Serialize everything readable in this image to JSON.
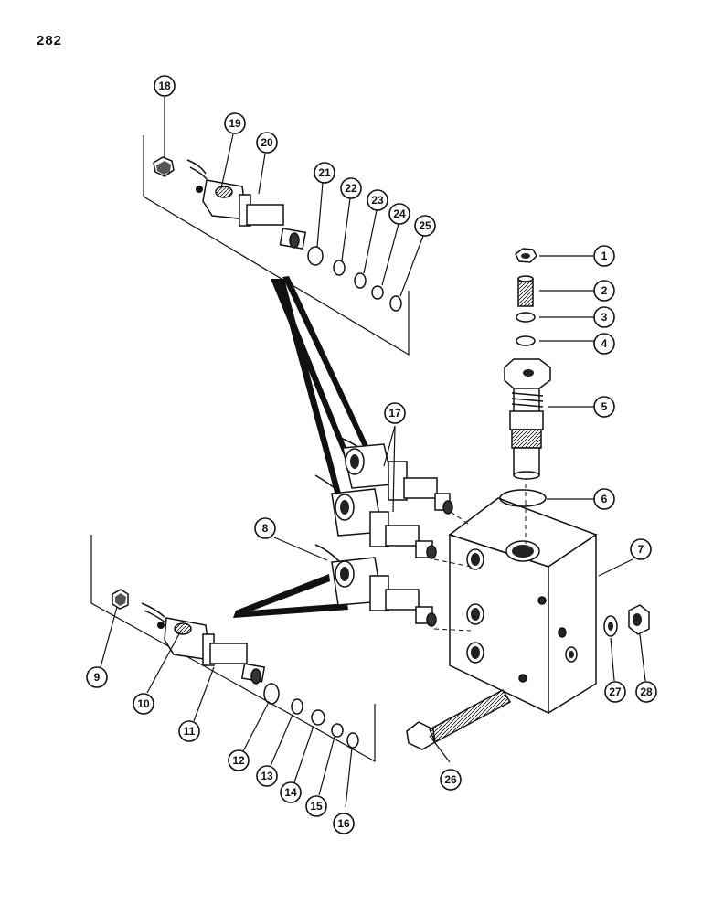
{
  "page_number": "282",
  "callouts": [
    "1",
    "2",
    "3",
    "4",
    "5",
    "6",
    "7",
    "8",
    "9",
    "10",
    "11",
    "12",
    "13",
    "14",
    "15",
    "16",
    "17",
    "18",
    "19",
    "20",
    "21",
    "22",
    "23",
    "24",
    "25",
    "26",
    "27",
    "28"
  ]
}
